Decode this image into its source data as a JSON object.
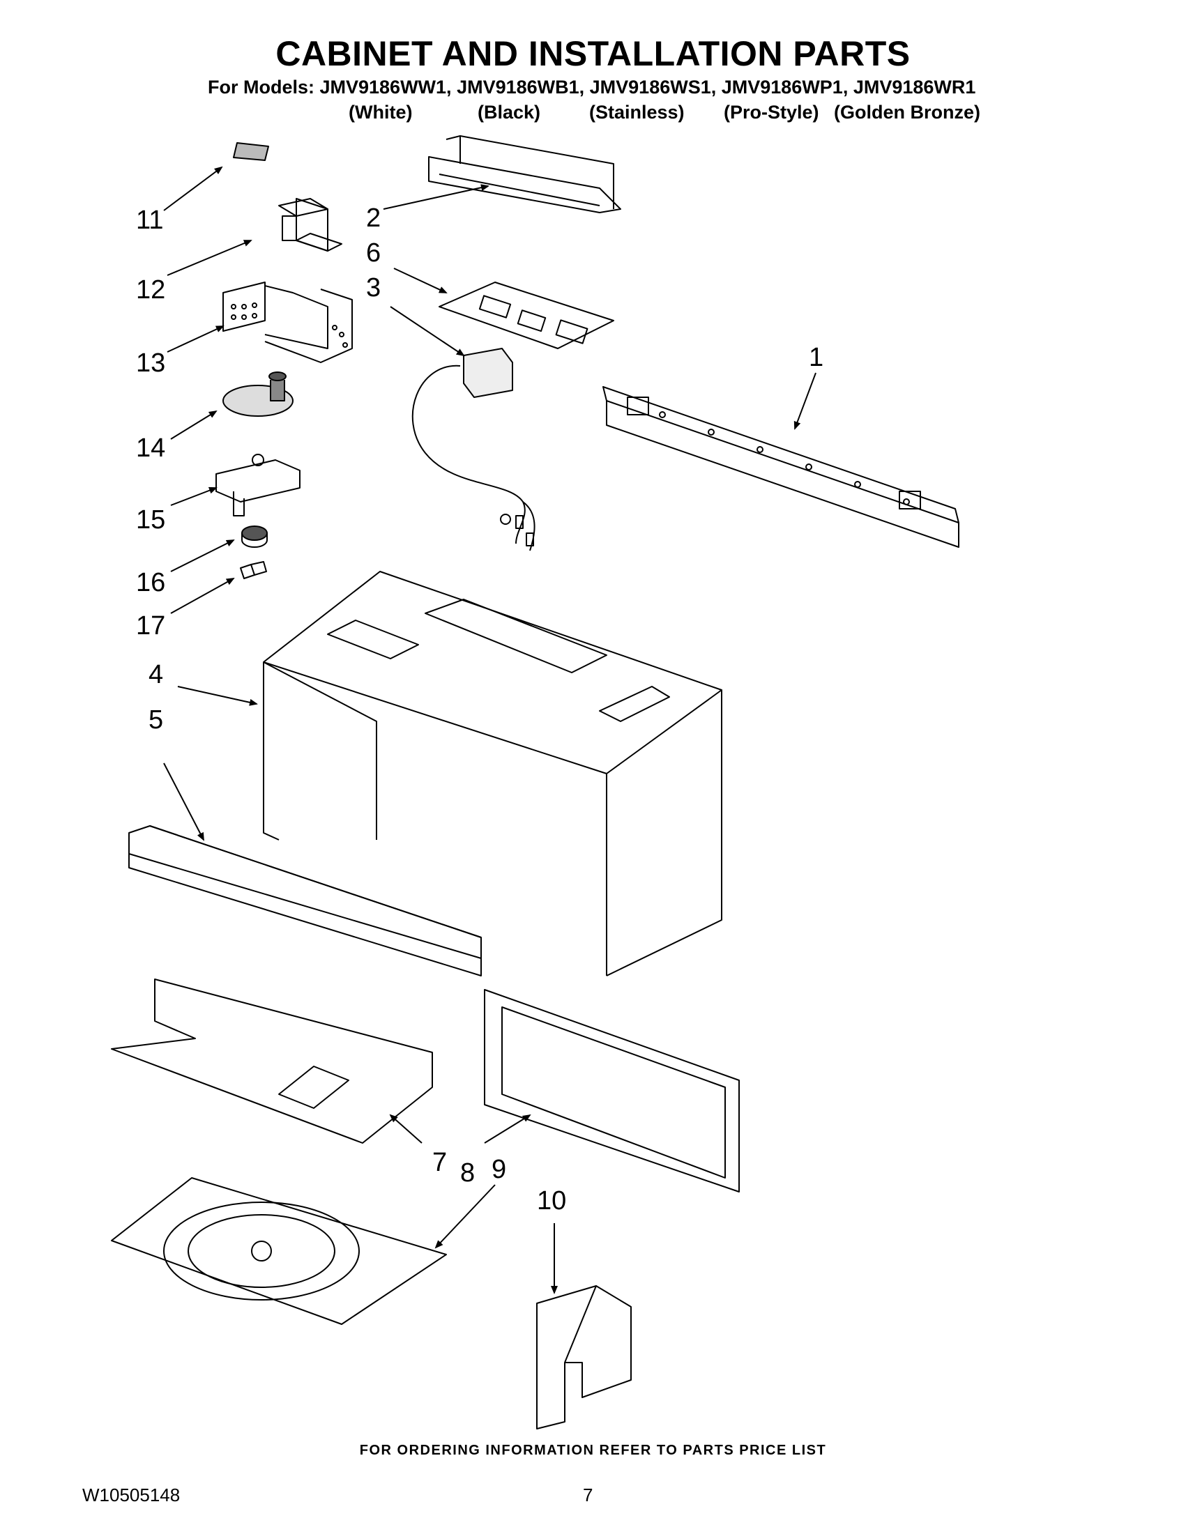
{
  "title": "CABINET AND INSTALLATION PARTS",
  "models_line": "For Models: JMV9186WW1, JMV9186WB1, JMV9186WS1, JMV9186WP1, JMV9186WR1",
  "variants": [
    "(White)",
    "(Black)",
    "(Stainless)",
    "(Pro-Style)",
    "(Golden Bronze)"
  ],
  "callouts": [
    "1",
    "2",
    "3",
    "4",
    "5",
    "6",
    "7",
    "8",
    "9",
    "10",
    "11",
    "12",
    "13",
    "14",
    "15",
    "16",
    "17"
  ],
  "footer_note": "FOR ORDERING INFORMATION REFER TO PARTS PRICE LIST",
  "doc_number": "W10505148",
  "page_number": "7"
}
